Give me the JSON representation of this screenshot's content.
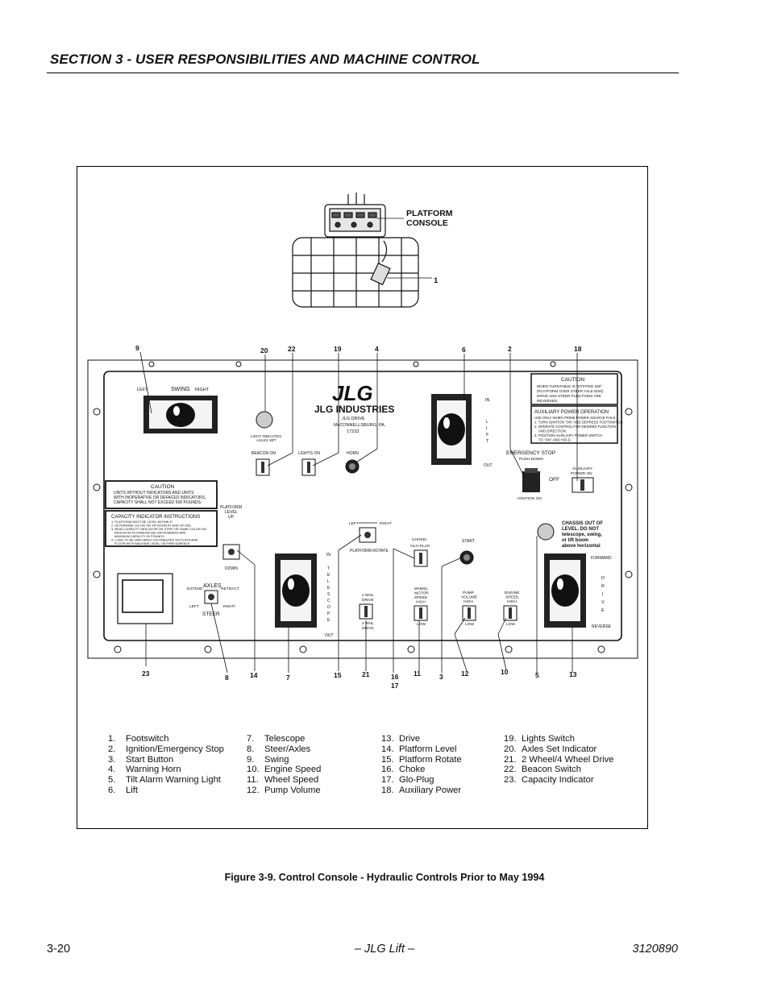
{
  "header": {
    "section_title": "SECTION 3 - USER RESPONSIBILITIES AND MACHINE CONTROL"
  },
  "figure": {
    "caption": "Figure 3-9.  Control Console - Hydraulic Controls Prior to May 1994",
    "platform_console_label_1": "PLATFORM",
    "platform_console_label_2": "CONSOLE",
    "panel": {
      "swing_left": "LEFT",
      "swing_label": "SWING",
      "swing_right": "RIGHT",
      "logo_text": "JLG",
      "company": "JLG INDUSTRIES",
      "addr1": "JLG DRIVE",
      "addr2": "McCONNELLSBURG, PA.",
      "addr3": "17233",
      "light_indicator_1": "LIGHT INDICATES",
      "light_indicator_2": "AXLES SET",
      "beacon_on": "BEACON ON",
      "lights_on": "LIGHTS ON",
      "horn": "HORN",
      "lift_in": "IN",
      "lift_letters": [
        "L",
        "I",
        "F",
        "T"
      ],
      "lift_out": "OUT",
      "caution_title": "CAUTION",
      "caution_text_1": "WHEN TURNTABLE IS ROTATED 180°",
      "caution_text_2": "(PLATFORM OVER STEER AXLE END)",
      "caution_text_3": "DRIVE AND STEER FUNCTIONS ARE",
      "caution_text_4": "REVERSED.",
      "aux_title": "AUXILIARY POWER OPERATION",
      "aux_text_1": "USE ONLY WHEN PRIME POWER SOURCE FAILS.",
      "aux_text_2": "1. TURN IGNITION \"ON\" AND DEPRESS FOOTSWITCH.",
      "aux_text_3": "2. OPERATE CONTROL FOR DESIRED FUNCTION",
      "aux_text_4": "AND DIRECTION.",
      "aux_text_5": "3. POSITION AUXILIARY POWER SWITCH",
      "aux_text_6": "TO \"ON\" AND HOLD.",
      "emergency_stop": "EMERGENCY STOP",
      "push_down": "PUSH DOWN",
      "off": "OFF",
      "ignition_on": "IGNITION ON",
      "aux_power_1": "AUXILIARY",
      "aux_power_2": "POWER ON",
      "caution2_title": "CAUTION",
      "caution2_text_1": "UNITS WITHOUT INDICATORS AND UNITS",
      "caution2_text_2": "WITH INOPERATIVE OR DEFACED INDICATORS,",
      "caution2_text_3": "CAPACITY SHALL NOT EXCEED 500 POUNDS.",
      "cap_title": "CAPACITY INDICATOR INSTRUCTIONS",
      "cap_text_1": "1. PLATFORM MUST BE LEVEL WITHIN 5°.",
      "cap_text_2": "2. DETERMINE COLOR ON TIP BOOM AT END OF MID.",
      "cap_text_3": "3. READ CAPACITY INDICATOR ON STRIP OR SAME COLOR ON",
      "cap_text_4": "INDICATOR IN WINDOW BELOW NUMBERS ARE",
      "cap_text_5": "MAXIMUM CAPACITY IN POUNDS.",
      "cap_text_6": "4. LOAD TO BE UNIFORMLY DISTRIBUTED ON PLATFORM",
      "cap_text_7": "FLOOR WITH MACHINE LEVEL ON FIRM SURFACE.",
      "platform_level_1": "PLATFORM",
      "platform_level_2": "LEVEL",
      "platform_level_3": "UP",
      "down": "DOWN",
      "rotate_left": "LEFT",
      "rotate_right": "RIGHT",
      "platform_rotate": "PLATFORM ROTATE",
      "choke_1": "CHOKE/",
      "choke_2": "GLO-PLUG",
      "start": "START",
      "chassis_1": "CHASSIS OUT OF",
      "chassis_2": "LEVEL. DO NOT",
      "chassis_3": "telescope, swing,",
      "chassis_4": "or lift boom",
      "chassis_5": "above horizontal",
      "forward": "FORWARD",
      "reverse": "REVERSE",
      "drive_letters": [
        "D",
        "R",
        "I",
        "V",
        "E"
      ],
      "extend": "EXTEND",
      "axles": "AXLES",
      "retract": "RETRACT",
      "steer_left": "LEFT",
      "steer_right": "RIGHT",
      "steer": "STEER",
      "tele_in": "IN",
      "tele_letters": [
        "T",
        "E",
        "L",
        "E",
        "S",
        "C",
        "O",
        "P",
        "E"
      ],
      "tele_out": "OUT",
      "two_whl_1": "2 WHL",
      "two_whl_2": "DRIVE",
      "four_whl_1": "4 WHL",
      "four_whl_2": "DRIVE",
      "wheel_1": "WHEEL",
      "wheel_2": "MOTOR",
      "wheel_3": "SPEED",
      "wheel_4": "HIGH",
      "low": "LOW",
      "pump_1": "PUMP",
      "pump_2": "VOLUME",
      "pump_3": "HIGH",
      "engine_1": "ENGINE",
      "engine_2": "SPEED",
      "engine_3": "HIGH"
    },
    "callouts": {
      "c1": "1",
      "c9": "9",
      "c20": "20",
      "c22": "22",
      "c19": "19",
      "c4": "4",
      "c6": "6",
      "c2": "2",
      "c18": "18",
      "c23": "23",
      "c8": "8",
      "c14": "14",
      "c7": "7",
      "c15": "15",
      "c21": "21",
      "c16": "16",
      "c17": "17",
      "c11": "11",
      "c3": "3",
      "c12": "12",
      "c10": "10",
      "c5": "5",
      "c13": "13"
    }
  },
  "legend": {
    "col1": [
      {
        "num": "1.",
        "label": "Footswitch"
      },
      {
        "num": "2.",
        "label": "Ignition/Emergency Stop"
      },
      {
        "num": "3.",
        "label": "Start Button"
      },
      {
        "num": "4.",
        "label": "Warning Horn"
      },
      {
        "num": "5.",
        "label": "Tilt Alarm Warning Light"
      },
      {
        "num": "6.",
        "label": "Lift"
      }
    ],
    "col2": [
      {
        "num": "7.",
        "label": "Telescope"
      },
      {
        "num": "8.",
        "label": "Steer/Axles"
      },
      {
        "num": "9.",
        "label": "Swing"
      },
      {
        "num": "10.",
        "label": "Engine Speed"
      },
      {
        "num": "11.",
        "label": "Wheel Speed"
      },
      {
        "num": "12.",
        "label": "Pump Volume"
      }
    ],
    "col3": [
      {
        "num": "13.",
        "label": "Drive"
      },
      {
        "num": "14.",
        "label": "Platform Level"
      },
      {
        "num": "15.",
        "label": "Platform Rotate"
      },
      {
        "num": "16.",
        "label": "Choke"
      },
      {
        "num": "17.",
        "label": "Glo-Plug"
      },
      {
        "num": "18.",
        "label": "Auxiliary Power"
      }
    ],
    "col4": [
      {
        "num": "19.",
        "label": "Lights Switch"
      },
      {
        "num": "20.",
        "label": "Axles Set Indicator"
      },
      {
        "num": "21.",
        "label": "2 Wheel/4 Wheel Drive"
      },
      {
        "num": "22.",
        "label": "Beacon Switch"
      },
      {
        "num": "23.",
        "label": "Capacity Indicator"
      }
    ]
  },
  "footer": {
    "page_number": "3-20",
    "center": "– JLG Lift –",
    "doc_number": "3120890"
  }
}
